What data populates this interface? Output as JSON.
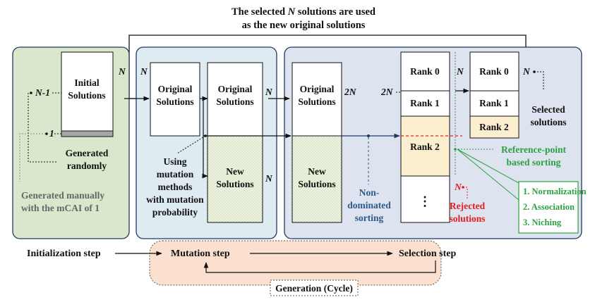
{
  "top_caption": {
    "line1_pre": "The selected ",
    "line1_n": "N",
    "line1_post": " solutions are used",
    "line2": "as the new original solutions"
  },
  "init_panel": {
    "box_line1": "Initial",
    "box_line2": "Solutions",
    "label_n": "N",
    "label_n_minus_1": "N-1",
    "label_one": "1",
    "random_line1": "Generated",
    "random_line2": "randomly",
    "manual_line1": "Generated manually",
    "manual_line2": "with the mCAI of 1"
  },
  "mutation_panel": {
    "left_n": "N",
    "orig_box_line1": "Original",
    "orig_box_line2": "Solutions",
    "copy_box_line1": "Original",
    "copy_box_line2": "Solutions",
    "copy_n": "N",
    "new_box_line1": "New",
    "new_box_line2": "Solutions",
    "new_n": "N",
    "using_lines": [
      "Using",
      "mutation",
      "methods",
      "with mutation",
      "probability"
    ]
  },
  "selection_panel": {
    "combined_top_line1": "Original",
    "combined_top_line2": "Solutions",
    "combined_bottom_line1": "New",
    "combined_bottom_line2": "Solutions",
    "combined_n": "2N",
    "rank_in_n": "2N",
    "ranks": [
      "Rank 0",
      "Rank 1",
      "Rank 2"
    ],
    "rank_dots": "⋮",
    "rank_n": "N",
    "rejected_n": "N",
    "nondom_line1": "Non-",
    "nondom_line2": "dominated",
    "nondom_line3": "sorting",
    "rejected_line1": "Rejected",
    "rejected_line2": "solutions",
    "selected_ranks": [
      "Rank 0",
      "Rank 1",
      "Rank 2"
    ],
    "selected_n": "N",
    "selected_line1": "Selected",
    "selected_line2": "solutions",
    "refpoint_line1": "Reference-point",
    "refpoint_line2": "based sorting",
    "refpoint_steps": [
      "1. Normalization",
      "2. Association",
      "3. Niching"
    ]
  },
  "bottom_flow": {
    "init_step": "Initialization step",
    "mutation_step": "Mutation step",
    "selection_step": "Selection step",
    "generation": "Generation (Cycle)"
  },
  "colors": {
    "init_panel_fill": "#d9e8cc",
    "mutation_panel_fill": "#deecf1",
    "selection_panel_fill": "#dde3ef",
    "panel_border": "#1f3864",
    "new_solutions_fill": "#e8efd8",
    "rank2_fill": "#fcefcf",
    "cycle_fill": "#fbe0cf",
    "green_text": "#2ea043",
    "red_text": "#e02020",
    "blue_text": "#2e5a88"
  }
}
